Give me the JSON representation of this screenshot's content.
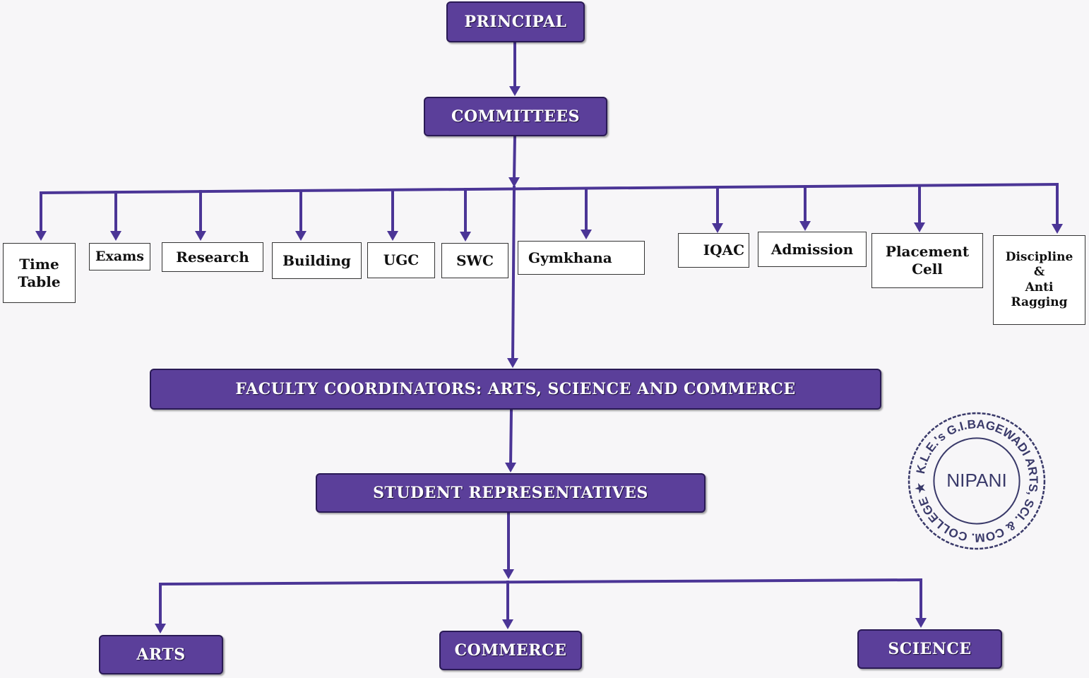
{
  "colors": {
    "accent": "#5b3f9a",
    "line": "#4b3596",
    "stamp": "#3a3a6a"
  },
  "principal": "PRINCIPAL",
  "committees": "COMMITTEES",
  "committee_list": [
    "Time\nTable",
    "Exams",
    "Research",
    "Building",
    "UGC",
    "SWC",
    "Gymkhana",
    "IQAC",
    "Admission",
    "Placement\nCell",
    "Discipline\n&\nAnti\nRagging"
  ],
  "faculty_coordinators": "FACULTY COORDINATORS: ARTS, SCIENCE AND COMMERCE",
  "student_representatives": "STUDENT REPRESENTATIVES",
  "streams": {
    "arts": "ARTS",
    "commerce": "COMMERCE",
    "science": "SCIENCE"
  },
  "stamp": {
    "center_text": "NIPANI",
    "ring_text": "K.L.E.'s G.I.BAGEWADI ARTS, SCI. & COM. COLLEGE ★"
  }
}
